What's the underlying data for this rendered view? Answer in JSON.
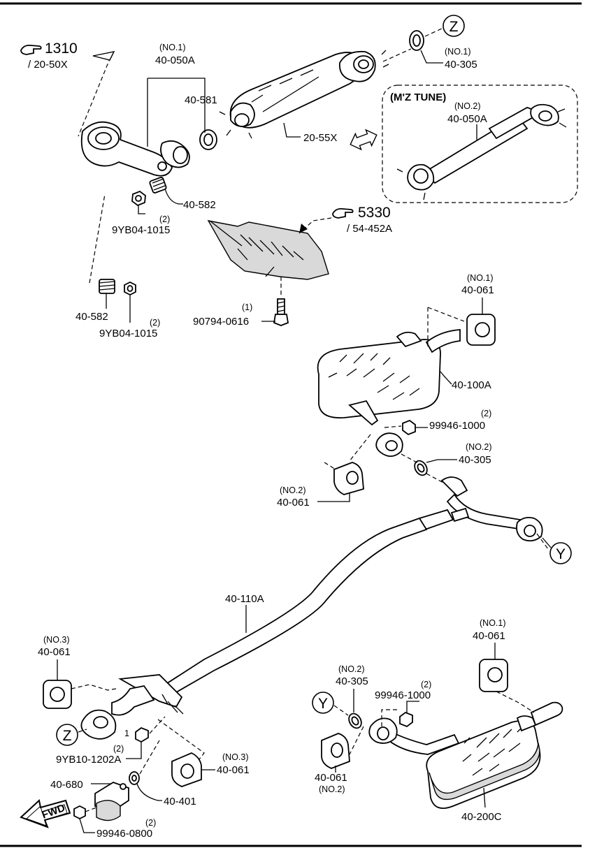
{
  "refs": {
    "ref_1310": {
      "code": "1310",
      "sub": "/ 20-50X"
    },
    "ref_5330": {
      "code": "5330",
      "sub": "/ 54-452A"
    }
  },
  "labels": {
    "no1_top": "(NO.1)",
    "p40_050A": "40-050A",
    "p40_581": "40-581",
    "p40_582_a": "40-582",
    "qty2_a": "(2)",
    "p9YB04_a": "9YB04-1015",
    "p40_582_b": "40-582",
    "qty2_b": "(2)",
    "p9YB04_b": "9YB04-1015",
    "qty1": "(1)",
    "p90794": "90794-0616",
    "p20_55X": "20-55X",
    "no1_305": "(NO.1)",
    "p40_305_top": "40-305",
    "mz_tune": "(M'Z TUNE)",
    "no2_050": "(NO.2)",
    "p40_050A_2": "40-050A",
    "no1_061": "(NO.1)",
    "p40_061_a": "40-061",
    "p40_100A": "40-100A",
    "qty2_c": "(2)",
    "p99946_1000_a": "99946-1000",
    "no2_305": "(NO.2)",
    "p40_305_mid": "40-305",
    "no2_061": "(NO.2)",
    "p40_061_b": "40-061",
    "p40_110A": "40-110A",
    "no3_061_a": "(NO.3)",
    "p40_061_c": "40-061",
    "qty2_d": "(2)",
    "qty1_b": "1",
    "p9YB10": "9YB10-1202A",
    "p40_680": "40-680",
    "p40_401": "40-401",
    "qty2_e": "(2)",
    "p99946_0800": "99946-0800",
    "no3_061_b": "(NO.3)",
    "p40_061_d": "40-061",
    "no2_305_b": "(NO.2)",
    "p40_305_bot": "40-305",
    "qty2_f": "(2)",
    "p99946_1000_b": "99946-1000",
    "no1_061_b": "(NO.1)",
    "p40_061_e": "40-061",
    "p40_061_f": "40-061",
    "no2_061_b": "(NO.2)",
    "p40_200C": "40-200C",
    "fwd": "FWD"
  },
  "markers": {
    "z": "Z",
    "y": "Y"
  }
}
